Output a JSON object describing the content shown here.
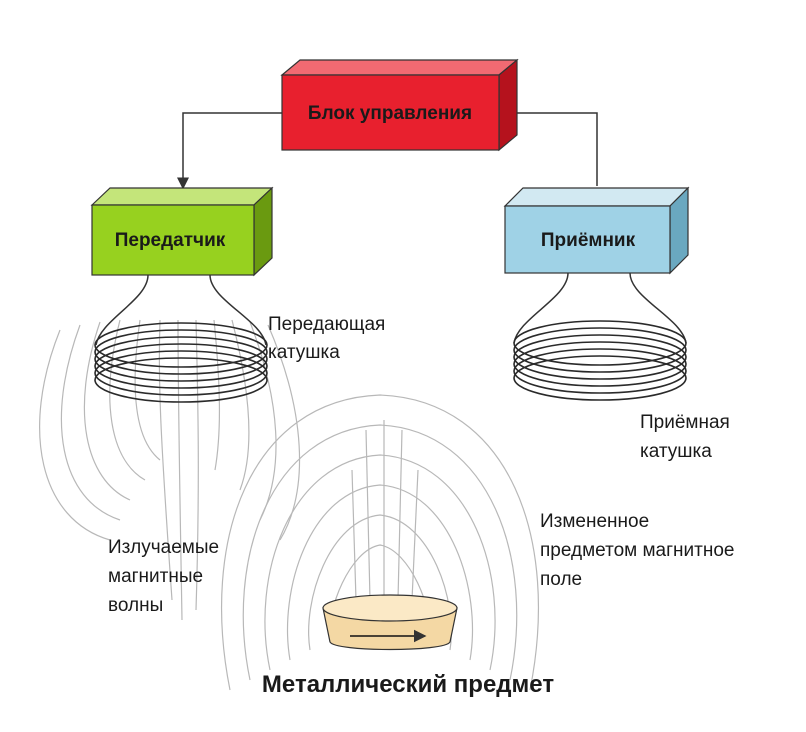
{
  "colors": {
    "control": "#e8202e",
    "transmitter": "#97d11f",
    "receiver": "#9fd2e6",
    "object": "#f4d8a4"
  },
  "control_block": {
    "label": "Блок управления"
  },
  "transmitter": {
    "label": "Передатчик"
  },
  "receiver": {
    "label": "Приёмник"
  },
  "transmit_coil": {
    "line1": "Передающая",
    "line2": "катушка"
  },
  "receive_coil": {
    "line1": "Приёмная",
    "line2": "катушка"
  },
  "emitted_waves": {
    "line1": "Излучаемые",
    "line2": "магнитные",
    "line3": "волны"
  },
  "changed_field": {
    "line1": "Измененное",
    "line2": "предметом магнитное",
    "line3": "поле"
  },
  "metal_object": {
    "label": "Металлический предмет"
  }
}
